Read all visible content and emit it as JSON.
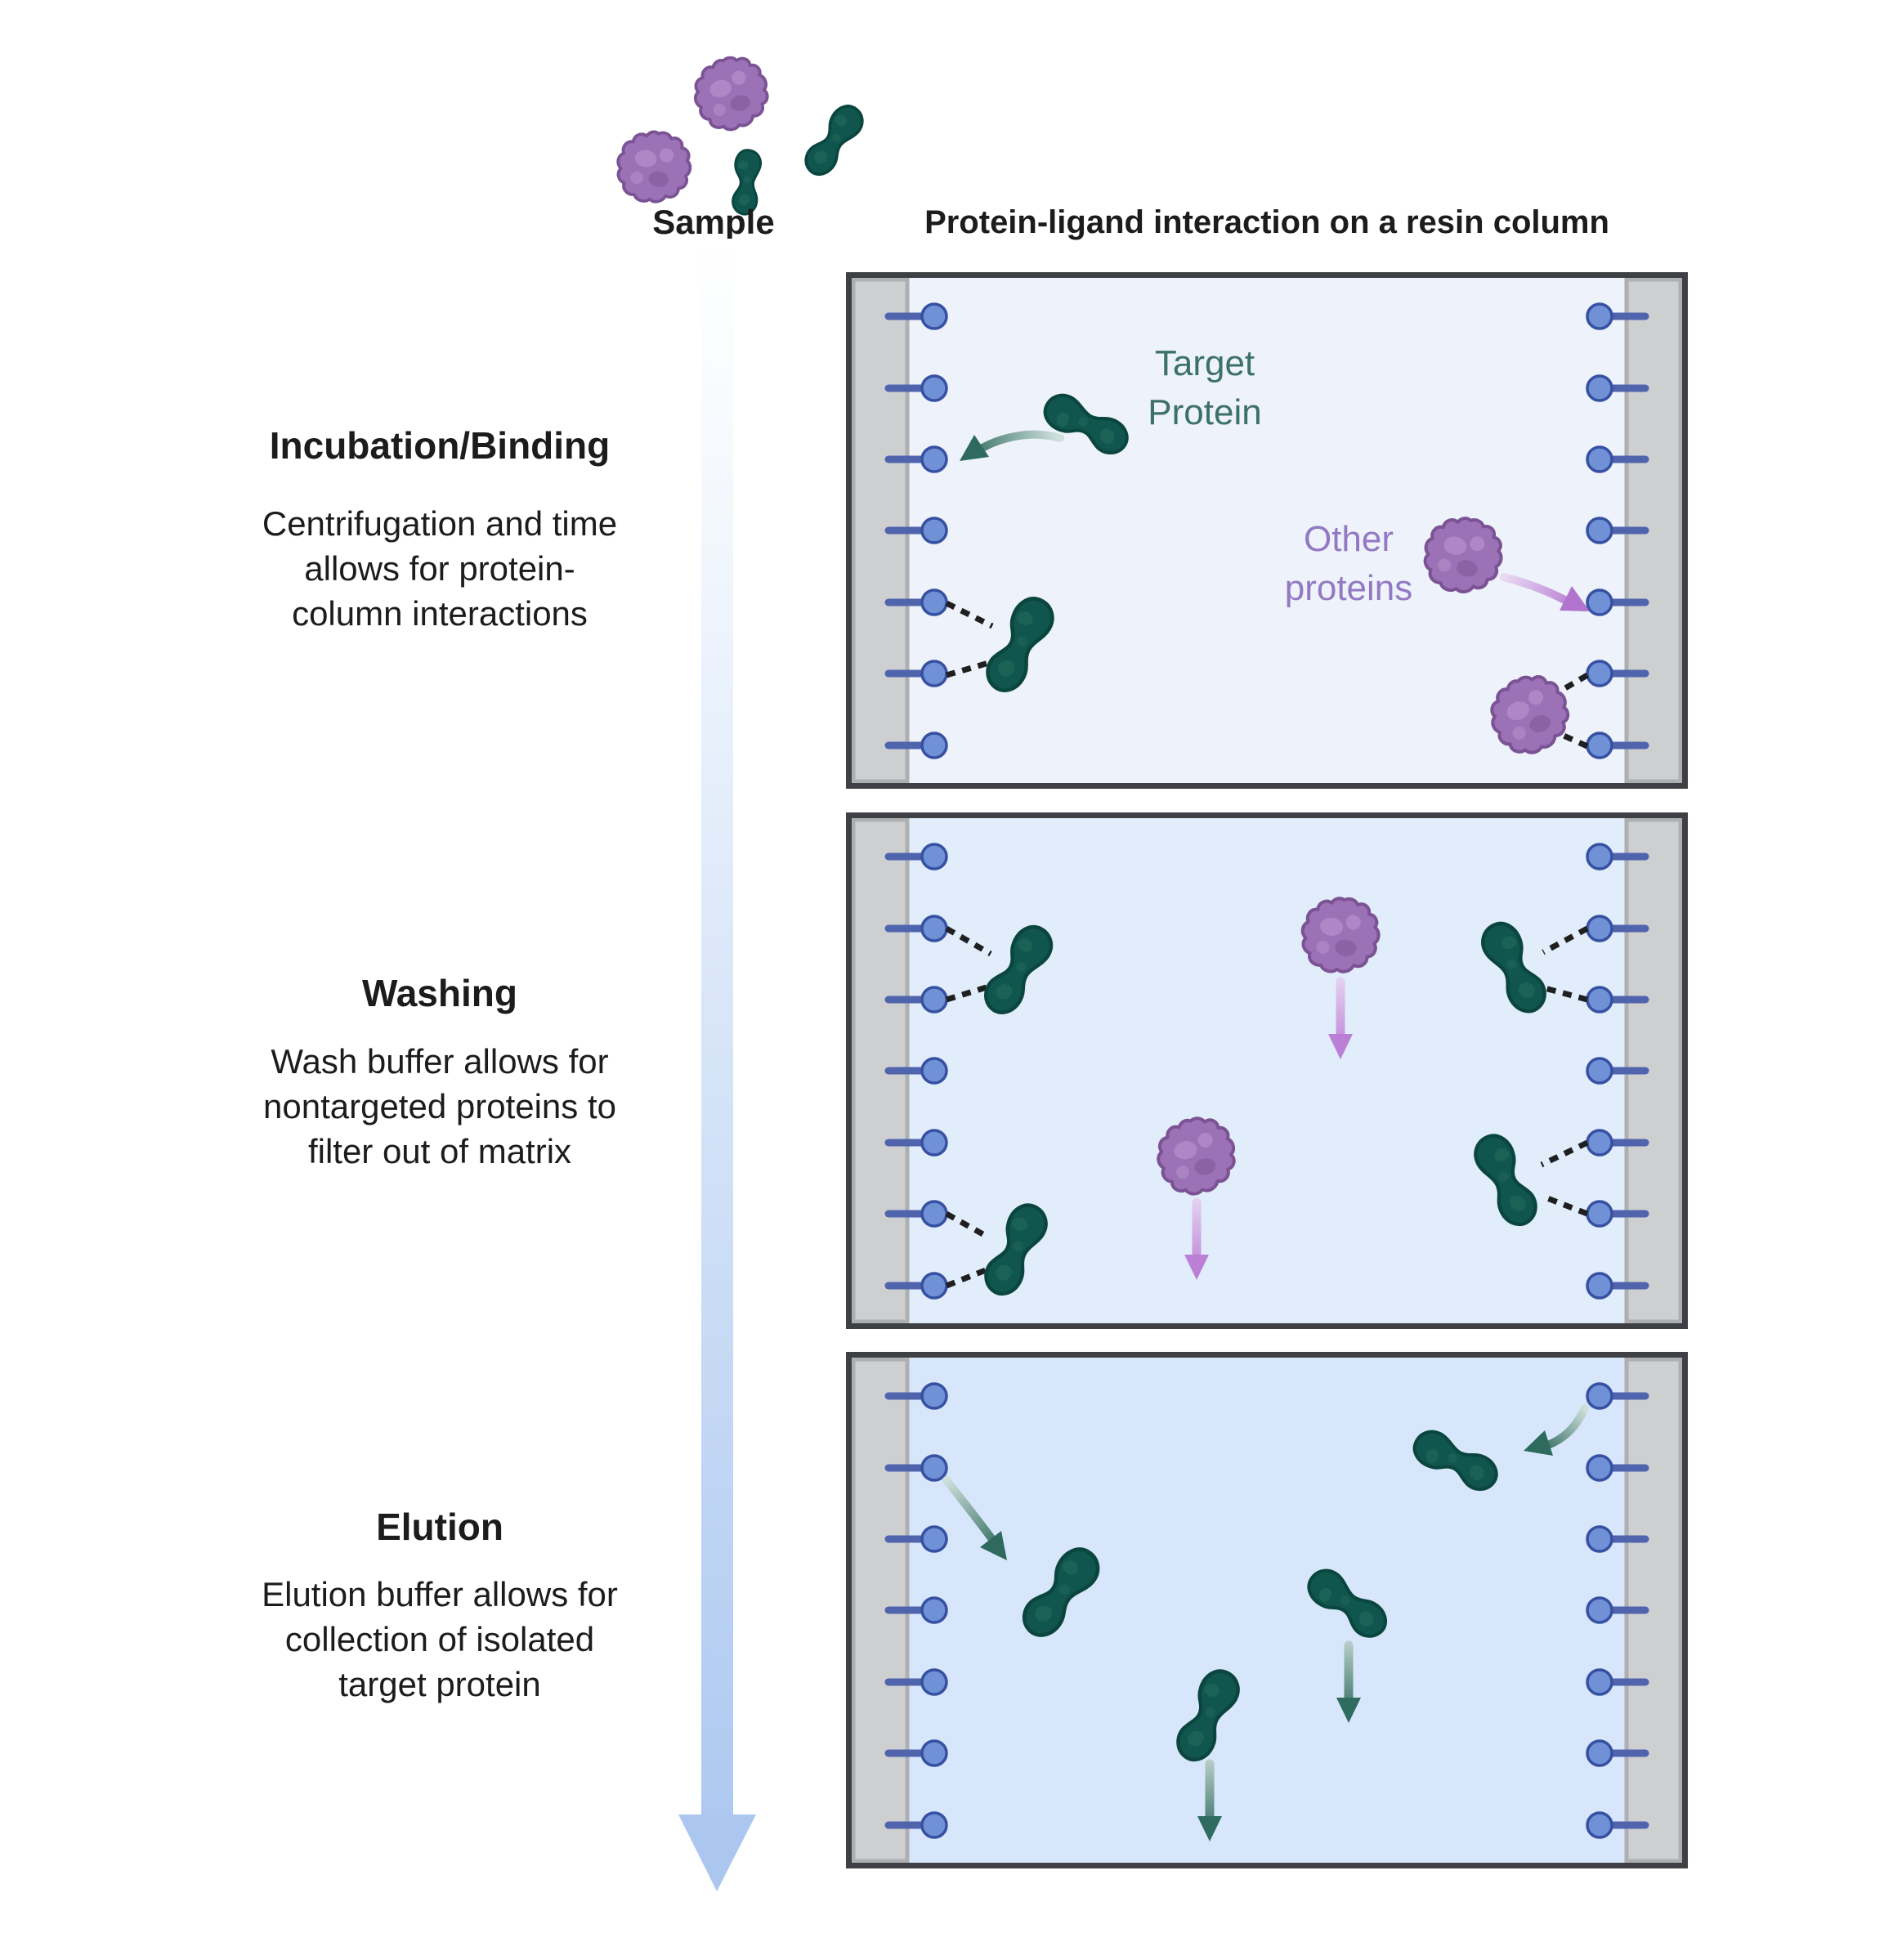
{
  "sample": {
    "label": "Sample"
  },
  "column_title": "Protein-ligand interaction on a resin column",
  "steps": [
    {
      "heading": "Incubation/Binding",
      "body_lines": [
        "Centrifugation and time",
        "allows for protein-",
        "column interactions"
      ]
    },
    {
      "heading": "Washing",
      "body_lines": [
        "Wash buffer allows for",
        "nontargeted proteins to",
        "filter out of matrix"
      ]
    },
    {
      "heading": "Elution",
      "body_lines": [
        "Elution buffer allows for",
        "collection of isolated",
        "target protein"
      ]
    }
  ],
  "panel_labels": {
    "target_protein": "Target Protein",
    "other_proteins": "Other proteins"
  },
  "legend_colors": {
    "target_protein": "#11564e",
    "other_proteins": "#9c72b6",
    "ligand": "#7191d6",
    "resin_wall": "#cdcfd1",
    "flow_arrow": "#aac6ef",
    "panel_bg_incubation": "#edf2fb",
    "panel_bg_washing": "#e2edfc",
    "panel_bg_elution": "#d8e6fc",
    "target_text": "#3c7168",
    "other_text": "#9379c2"
  }
}
